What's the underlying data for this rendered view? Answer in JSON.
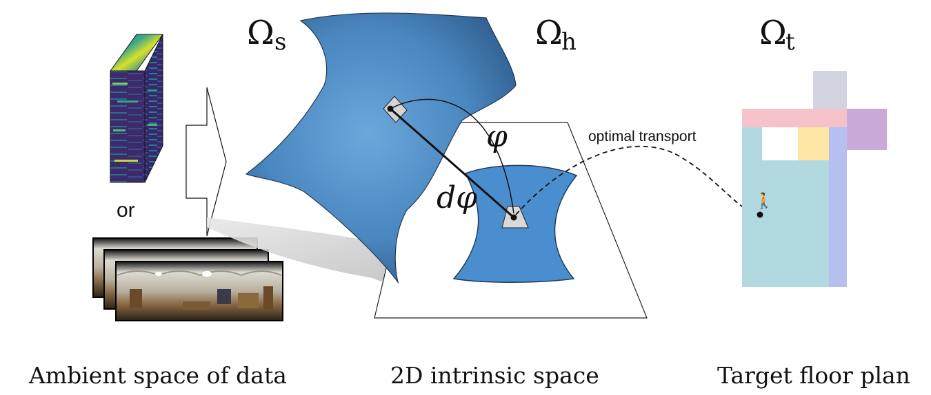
{
  "labels": {
    "omega_s": "Ω",
    "omega_s_sub": "s",
    "omega_h": "Ω",
    "omega_h_sub": "h",
    "omega_t": "Ω",
    "omega_t_sub": "t",
    "phi": "φ",
    "d_phi": "dφ",
    "or_text": "or",
    "optimal_transport": "optimal transport"
  },
  "captions": {
    "ambient": "Ambient space of data",
    "intrinsic": "2D intrinsic space",
    "target": "Target floor plan"
  },
  "person_glyph": "🚶",
  "colors": {
    "manifold_dark": "#2f5f8f",
    "manifold_light": "#5f9fd6",
    "intrinsic_fill": "#4a8ed0",
    "floor_hall": "#b3d9e0",
    "floor_corridor": "#b5bff0",
    "floor_top_strip": "#f4c2c8",
    "floor_yellow_room": "#fde6a6",
    "floor_purple_room": "#caaad9",
    "floor_gray_room": "#d2d4e2",
    "heat_dark": "#3b1f5e",
    "heat_teal": "#2a8a8a",
    "heat_yellow": "#e4e02a"
  },
  "icons": [
    "arrow-outline-icon",
    "data-cube-icon",
    "panorama-stack-icon",
    "person-walking-icon"
  ]
}
